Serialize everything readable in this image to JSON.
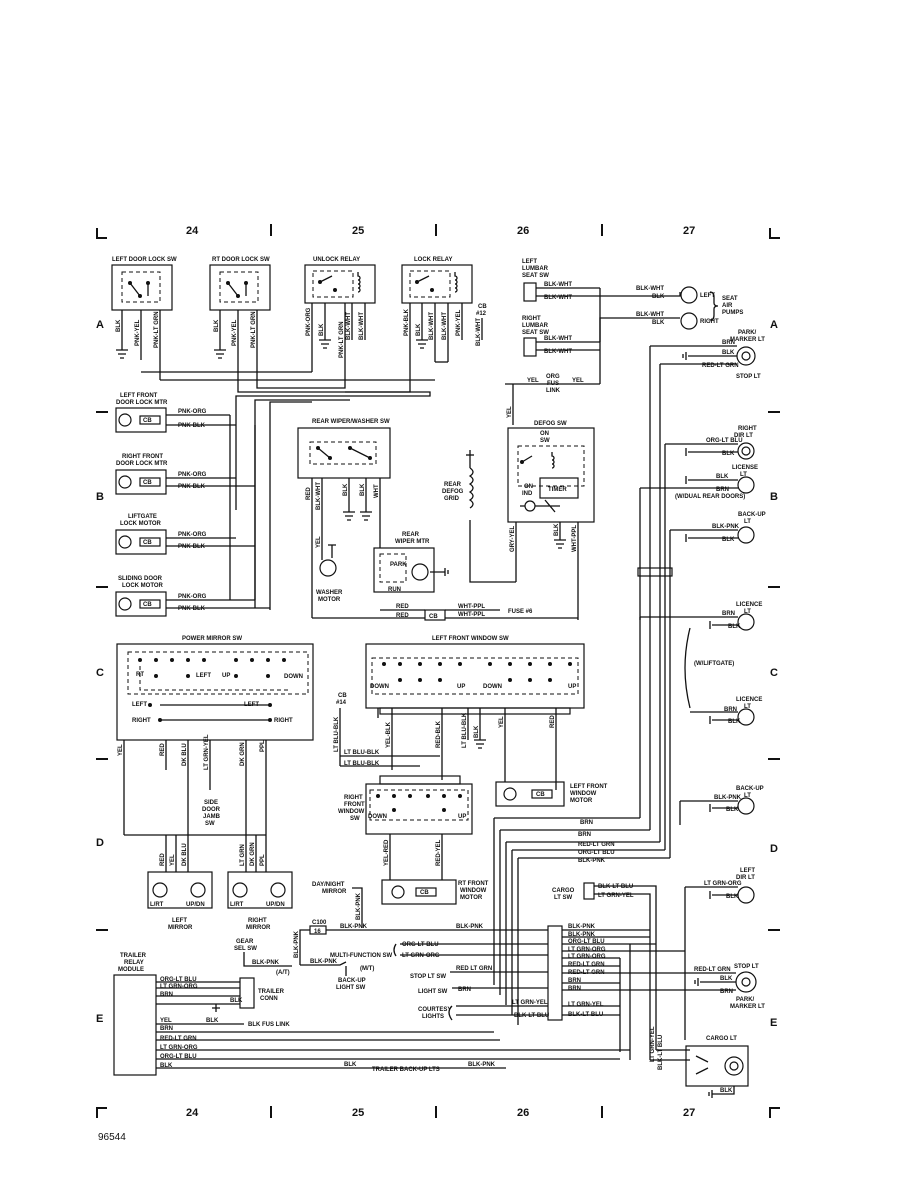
{
  "columns": [
    "24",
    "25",
    "26",
    "27"
  ],
  "rows": [
    "A",
    "B",
    "C",
    "D",
    "E"
  ],
  "figure_id": "96544",
  "components": {
    "left_door_lock_sw": "LEFT DOOR LOCK SW",
    "rt_door_lock_sw": "RT DOOR LOCK SW",
    "unlock_relay": "UNLOCK RELAY",
    "lock_relay": "LOCK RELAY",
    "cb12": [
      "CB",
      "#12"
    ],
    "left_lumbar": [
      "LEFT",
      "LUMBAR",
      "SEAT SW"
    ],
    "right_lumbar": [
      "RIGHT",
      "LUMBAR",
      "SEAT SW"
    ],
    "seat_air_pumps": [
      "SEAT",
      "AIR",
      "PUMPS"
    ],
    "left": "LEFT",
    "right": "RIGHT",
    "park_marker": [
      "PARK/",
      "MARKER LT"
    ],
    "stop_lt": "STOP LT",
    "org_fus_link": [
      "ORG",
      "FUS",
      "LINK"
    ],
    "left_front_door_lock_mtr": [
      "LEFT FRONT",
      "DOOR LOCK MTR"
    ],
    "right_front_door_lock_mtr": [
      "RIGHT FRONT",
      "DOOR LOCK MTR"
    ],
    "liftgate_lock_motor": [
      "LIFTGATE",
      "LOCK MOTOR"
    ],
    "sliding_door_lock_motor": [
      "SLIDING DOOR",
      "LOCK MOTOR"
    ],
    "rear_wiper_washer_sw": "REAR WIPER/WASHER SW",
    "defog_sw": "DEFOG SW",
    "on_sw": [
      "ON",
      "SW"
    ],
    "on_ind": [
      "ON",
      "IND"
    ],
    "timer": "TIMER",
    "rear_defog_grid": [
      "REAR",
      "DEFOG",
      "GRID"
    ],
    "rear_wiper_mtr": [
      "REAR",
      "WIPER MTR"
    ],
    "park": "PARK",
    "run": "RUN",
    "washer_motor": [
      "WASHER",
      "MOTOR"
    ],
    "fuse6": "FUSE #6",
    "right_dir_lt": [
      "RIGHT",
      "DIR LT"
    ],
    "license_lt": [
      "LICENSE",
      "LT"
    ],
    "dual_rear_doors": "(W/DUAL REAR DOORS)",
    "back_up_lt": [
      "BACK-UP",
      "LT"
    ],
    "licence_lt": [
      "LICENCE",
      "LT"
    ],
    "w_liftgate": "(W/LIFTGATE)",
    "power_mirror_sw": "POWER MIRROR SW",
    "left_front_window_sw": "LEFT FRONT WINDOW SW",
    "right_front_window_sw": [
      "RIGHT",
      "FRONT",
      "WINDOW",
      "SW"
    ],
    "left_front_window_motor": [
      "LEFT FRONT",
      "WINDOW",
      "MOTOR"
    ],
    "rt_front_window_motor": [
      "RT FRONT",
      "WINDOW",
      "MOTOR"
    ],
    "side_door_jamb_sw": [
      "SIDE",
      "DOOR",
      "JAMB",
      "SW"
    ],
    "cb14": [
      "CB",
      "#14"
    ],
    "left_mirror": [
      "LEFT",
      "MIRROR"
    ],
    "right_mirror": [
      "RIGHT",
      "MIRROR"
    ],
    "day_night_mirror": [
      "DAY/NIGHT",
      "MIRROR"
    ],
    "cargo_lt_sw": [
      "CARGO",
      "LT SW"
    ],
    "left_dir_lt": [
      "LEFT",
      "DIR LT"
    ],
    "c100": [
      "C100",
      "16"
    ],
    "gear_sel_sw": [
      "GEAR",
      "SEL SW"
    ],
    "trailer_relay_module": [
      "TRAILER",
      "RELAY",
      "MODULE"
    ],
    "trailer_conn": [
      "TRAILER",
      "CONN"
    ],
    "multi_function_sw": "MULTI-FUNCTION SW",
    "mt": "(M/T)",
    "at": "(A/T)",
    "back_up_light_sw": [
      "BACK-UP",
      "LIGHT SW"
    ],
    "stop_lt_sw": "STOP LT SW",
    "light_sw": "LIGHT SW",
    "courtesy_lights": [
      "COURTESY",
      "LIGHTS"
    ],
    "blk_fus_link": "BLK FUS LINK",
    "trailer_back_up_lts": "TRAILER BACK-UP LTS",
    "cargo_lt": "CARGO LT"
  },
  "switch_labels": {
    "rt": "RT",
    "left": "LEFT",
    "up": "UP",
    "down": "DOWN",
    "right": "RIGHT",
    "cb": "CB",
    "lrt": "L/RT",
    "updn": "UP/DN"
  },
  "wires": {
    "top_left_sw": [
      "BLK",
      "PNK-YEL",
      "PNK-LT GRN"
    ],
    "top_rt_sw": [
      "BLK",
      "PNK-YEL",
      "PNK-LT GRN"
    ],
    "unlock_relay": [
      "PNK-ORG",
      "BLK",
      "PNK-LT GRN",
      "BLK-WHT",
      "BLK-WHT"
    ],
    "lock_relay": [
      "PNK-BLK",
      "BLK",
      "BLK-WHT",
      "BLK-WHT",
      "PNK-YEL"
    ],
    "lumbar": [
      "BLK-WHT",
      "BLK-WHT",
      "BLK-WHT",
      "BLK-WHT"
    ],
    "pump": [
      "BLK-WHT",
      "BLK",
      "BLK-WHT",
      "BLK"
    ],
    "fus": [
      "YEL",
      "YEL",
      "YEL"
    ],
    "door_motors": [
      "PNK-ORG",
      "PNK-BLK"
    ],
    "park_marker": [
      "BRN",
      "BLK",
      "RED-LT GRN"
    ],
    "right_dir": [
      "ORG-LT BLU",
      "BLK"
    ],
    "license": [
      "BLK",
      "BRN"
    ],
    "backup": [
      "BLK-PNK",
      "BLK"
    ],
    "licence": [
      "BRN",
      "BLK"
    ],
    "wiper": [
      "RED",
      "BLK-WHT",
      "BLK",
      "BLK",
      "YEL",
      "WHT"
    ],
    "defog": [
      "GRY-YEL",
      "BLK",
      "WHT-PPL"
    ],
    "fuse6_wires": [
      "RED",
      "RED",
      "WHT-PPL",
      "WHT-PPL"
    ],
    "mirror_sw": [
      "YEL",
      "RED",
      "DK BLU",
      "LT GRN-YEL",
      "DK GRN",
      "PPL"
    ],
    "window_sw": [
      "LT BLU-BLK",
      "YEL-BLK",
      "RED-BLK",
      "LT BLU-BLK",
      "BLK",
      "YEL",
      "RED"
    ],
    "rt_window": [
      "LT BLU-BLK",
      "LT BLU-BLK",
      "YEL-RED",
      "RED-YEL"
    ],
    "left_mirror": [
      "RED",
      "YEL",
      "DK BLU"
    ],
    "right_mirror": [
      "LT GRN",
      "DK GRN",
      "PPL"
    ],
    "harness": [
      "BRN",
      "BRN",
      "RED-LT GRN",
      "ORG-LT BLU",
      "BLK-PNK"
    ],
    "cargo_sw": [
      "BLK-LT BLU",
      "LT GRN-YEL"
    ],
    "left_dir": [
      "LT GRN-ORG",
      "BLK"
    ],
    "blk_pnk": "BLK-PNK",
    "connector_right": [
      "BLK-PNK",
      "BLK-PNK",
      "ORG-LT BLU",
      "LT GRN-ORG",
      "LT GRN-ORG",
      "RED-LT GRN",
      "RED-LT GRN",
      "BRN",
      "BRN",
      "LT GRN-YEL",
      "BLK-LT BLU"
    ],
    "connector_left": [
      "ORG-LT BLU",
      "LT GRN-ORG",
      "RED LT GRN",
      "BRN",
      "LT GRN-YEL",
      "BLK-LT BLU"
    ],
    "stop_right": [
      "RED-LT GRN",
      "BLK",
      "BRN"
    ],
    "trailer": [
      "ORG-LT BLU",
      "LT GRN-ORG",
      "BRN",
      "BLK",
      "YEL",
      "BRN",
      "RED-LT GRN",
      "LT GRN-ORG",
      "ORG-LT BLU",
      "BLK"
    ],
    "vertical_right": [
      "LT GRN-YEL",
      "BLK-LT BLU"
    ],
    "cargo_gnd": "BLK",
    "blk": "BLK",
    "blk_wht": "BLK-WHT"
  }
}
